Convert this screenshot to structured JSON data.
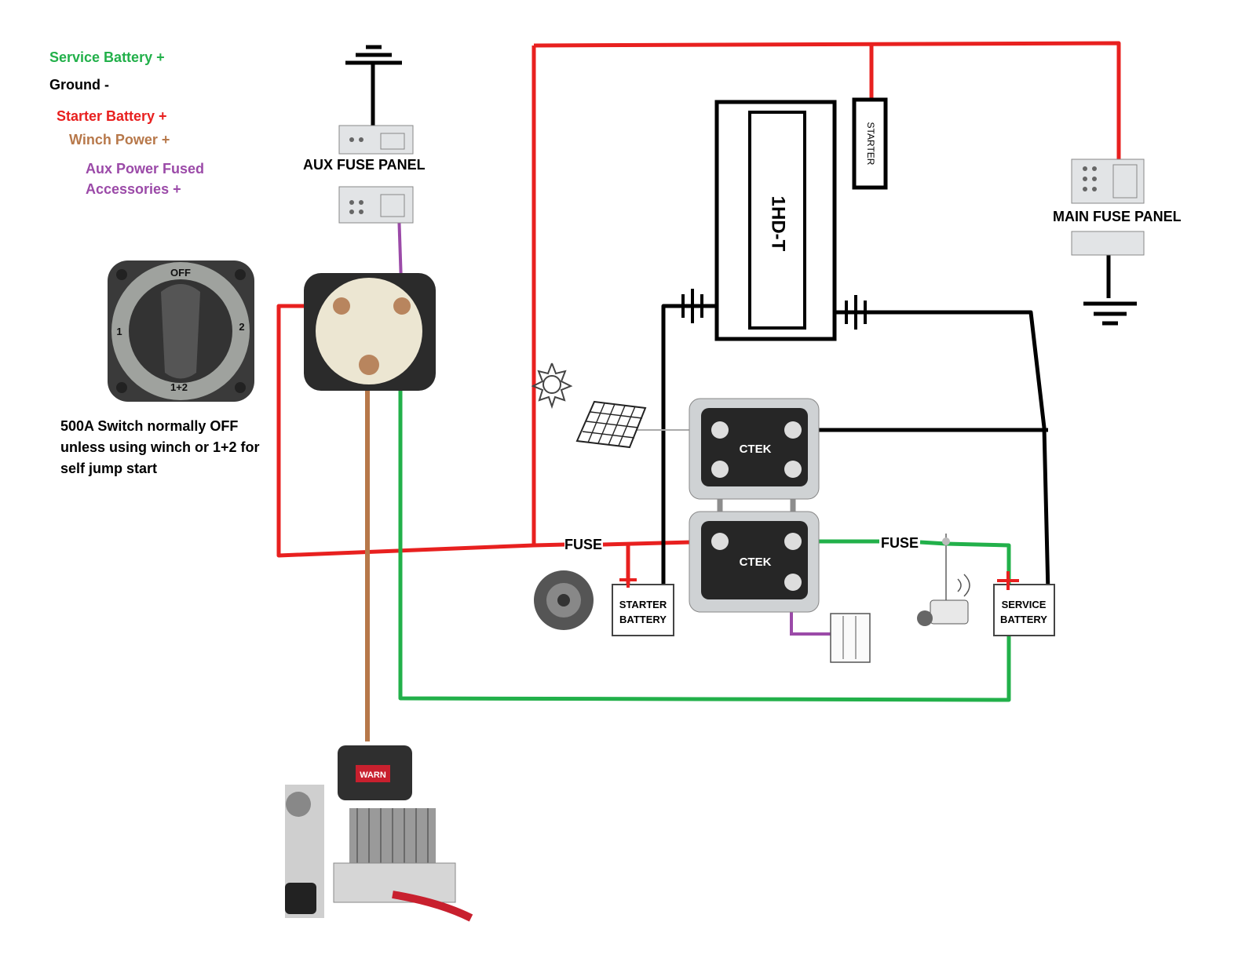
{
  "legend": {
    "items": [
      {
        "label": "Service Battery +",
        "color": "#22b04a"
      },
      {
        "label": "Ground -",
        "color": "#000000"
      },
      {
        "label": "Starter Battery +",
        "color": "#e8201f"
      },
      {
        "label": "Winch Power +",
        "color": "#b7784a"
      },
      {
        "label": "Aux Power Fused",
        "label2": "Accessories +",
        "color": "#9b4aa8"
      }
    ]
  },
  "labels": {
    "aux_fuse_panel": "AUX FUSE PANEL",
    "main_fuse_panel": "MAIN FUSE PANEL",
    "engine": "1HD-T",
    "starter": "STARTER",
    "fuse_left": "FUSE",
    "fuse_right": "FUSE",
    "starter_battery_line1": "STARTER",
    "starter_battery_line2": "BATTERY",
    "service_battery_line1": "SERVICE",
    "service_battery_line2": "BATTERY",
    "switch_note": "500A Switch normally OFF unless using winch or 1+2 for self jump start",
    "switch_off": "OFF",
    "switch_1": "1",
    "switch_2": "2",
    "switch_12": "1+2",
    "ctek_brand_top": "CTEK",
    "ctek_brand_bottom": "CTEK",
    "winch_brand": "WARN"
  },
  "colors": {
    "service": "#22b04a",
    "ground": "#000000",
    "starter": "#e8201f",
    "winch": "#b7784a",
    "aux": "#9b4aa8",
    "device_dark": "#2a2a2a",
    "panel_gray": "#cfd2d4"
  }
}
